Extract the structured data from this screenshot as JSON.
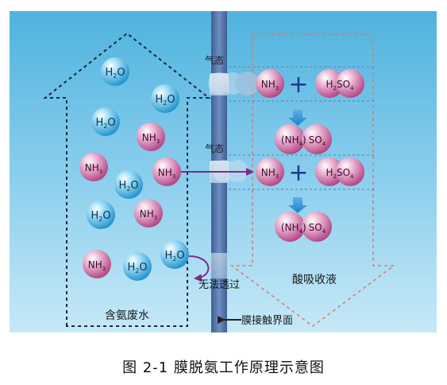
{
  "labels": {
    "gas_state_1": "气态",
    "gas_state_2": "气态",
    "cannot_pass": "无法透过",
    "wastewater": "含氨废水",
    "acid_absorb": "酸吸收液",
    "membrane_interface": "膜接触界面",
    "plus": "+"
  },
  "molecules": {
    "water_base": "H",
    "water_sub": "2",
    "water_end": "O",
    "ammonia_base": "NH",
    "ammonia_sub": "3",
    "acid_base": "H",
    "acid_sub1": "2",
    "acid_mid": "SO",
    "acid_sub2": "4",
    "salt_open": "(NH",
    "salt_sub1": "4",
    "salt_close": ")",
    "salt_mid": "SO",
    "salt_sub2": "4"
  },
  "caption": "图 2-1    膜脱氨工作原理示意图",
  "colors": {
    "bg_top": "#4fb3de",
    "bg_bottom": "#bfe6f6",
    "membrane": "#4a6fa5",
    "arrow_blue": "#2f8fd6",
    "ammonia": "#c74d8f",
    "water": "#2b9ed8",
    "reaction_arrow": "#7a2e88"
  }
}
